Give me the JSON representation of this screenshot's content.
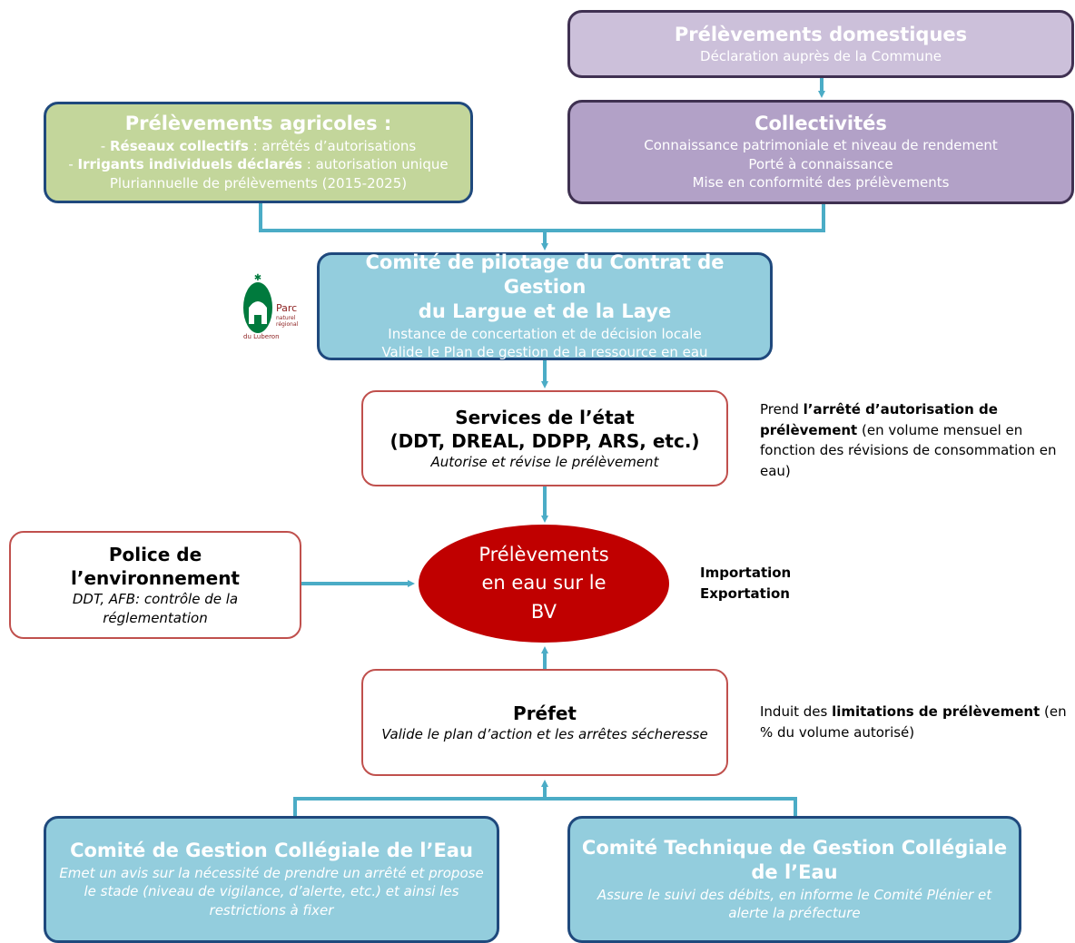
{
  "domestiques": {
    "title": "Prélèvements domestiques",
    "subtitle": "Déclaration auprès de la Commune"
  },
  "collectivites": {
    "title": "Collectivités",
    "lines": [
      "Connaissance patrimoniale et niveau de rendement",
      "Porté à connaissance",
      "Mise en conformité des prélèvements"
    ]
  },
  "agricoles": {
    "title": "Prélèvements agricoles :",
    "line1_prefix": "- ",
    "line1_bold": "Réseaux collectifs",
    "line1_rest": " : arrêtés d’autorisations",
    "line2_prefix": "- ",
    "line2_bold": "Irrigants individuels  déclarés",
    "line2_rest": " : autorisation unique",
    "line3": "Pluriannuelle de prélèvements (2015-2025)"
  },
  "copil": {
    "title_line1": "Comité de pilotage du Contrat de Gestion",
    "title_line2": "du Largue et de la Laye",
    "lines": [
      "Instance  de concertation et de décision locale",
      "Valide le Plan de gestion de la ressource en eau"
    ]
  },
  "logo": {
    "label_line1": "Parc",
    "label_line2": "naturel",
    "label_line3": "régional",
    "label_line4": "du Luberon",
    "icon": "parc-luberon-logo"
  },
  "etat": {
    "title_line1": "Services de l’état",
    "title_line2": "(DDT, DREAL, DDPP, ARS, etc.)",
    "subtitle": "Autorise et révise le prélèvement"
  },
  "note_etat": {
    "prefix": "Prend ",
    "bold": "l’arrêté d’autorisation de prélèvement",
    "rest": " (en volume mensuel en fonction des révisions de consommation en eau)"
  },
  "police": {
    "title_line1": "Police de",
    "title_line2": "l’environnement",
    "subtitle_line1": "DDT, AFB: contrôle de la",
    "subtitle_line2": "réglementation"
  },
  "prelevements": {
    "line1": "Prélèvements",
    "line2": "en eau sur le",
    "line3": "BV"
  },
  "io": {
    "line1": "Importation",
    "line2": "Exportation"
  },
  "prefet": {
    "title": "Préfet",
    "subtitle": "Valide le plan d’action et les arrêtes sécheresse"
  },
  "note_prefet": {
    "prefix": "Induit des ",
    "bold": "limitations de prélèvement",
    "rest": " (en % du volume autorisé)"
  },
  "cogec": {
    "title": "Comité de Gestion Collégiale de l’Eau",
    "subtitle": "Emet un avis sur la nécessité de prendre un arrêté et propose le stade (niveau de vigilance, d’alerte, etc.) et ainsi les restrictions à fixer"
  },
  "cotec": {
    "title_line1": "Comité Technique de Gestion Collégiale",
    "title_line2": "de l’Eau",
    "subtitle": "Assure le suivi des débits, en informe le Comité Plénier et alerte la préfecture"
  },
  "colors": {
    "arrow": "#4bacc6",
    "ellipse": "#c00000",
    "green": "#c3d69b",
    "blue": "#93cddd",
    "purple": "#b2a1c7",
    "lilac": "#ccc0da",
    "logo_green": "#007a3d"
  }
}
